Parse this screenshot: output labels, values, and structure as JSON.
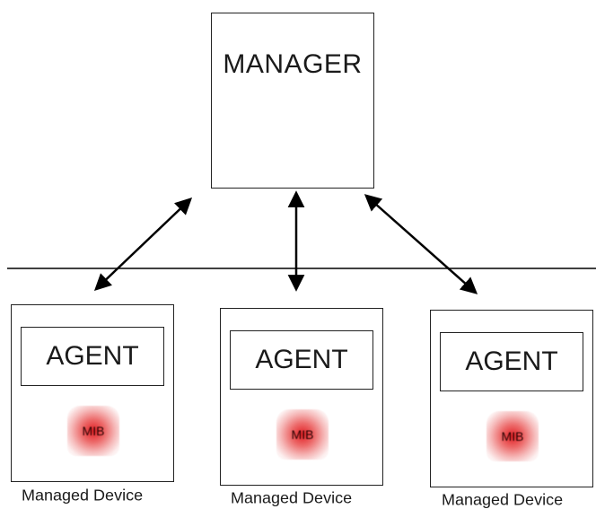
{
  "manager": {
    "label": "MANAGER"
  },
  "devices": [
    {
      "agent_label": "AGENT",
      "mib_label": "MIB",
      "caption": "Managed Device"
    },
    {
      "agent_label": "AGENT",
      "mib_label": "MIB",
      "caption": "Managed Device"
    },
    {
      "agent_label": "AGENT",
      "mib_label": "MIB",
      "caption": "Managed Device"
    }
  ],
  "colors": {
    "line": "#000000",
    "mib": "#e01418"
  }
}
